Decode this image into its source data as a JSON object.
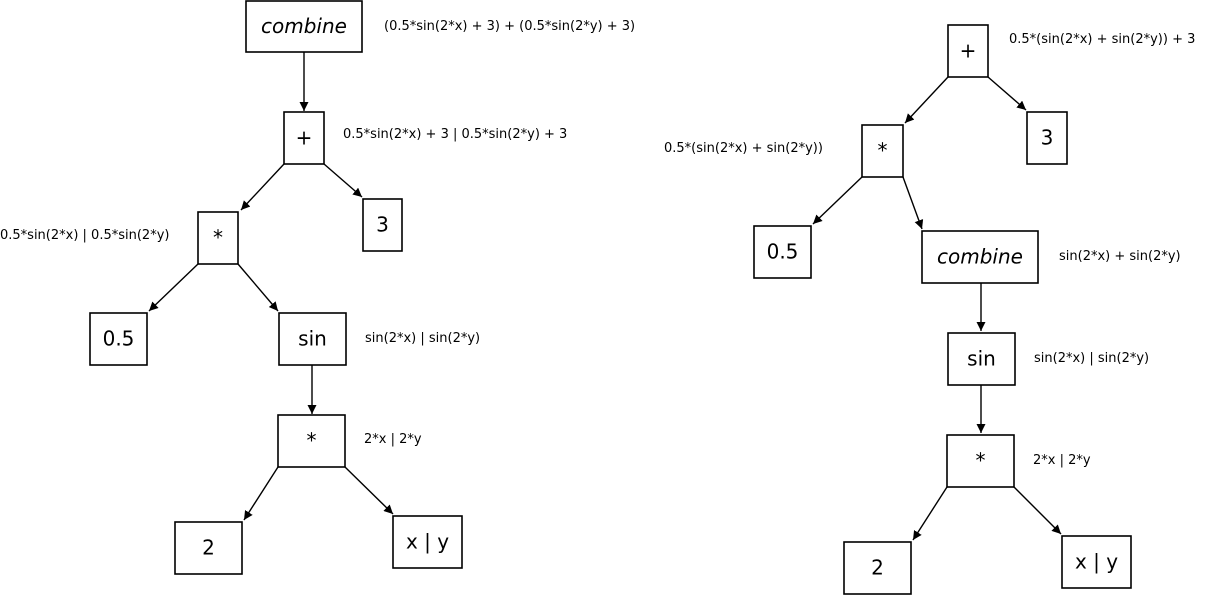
{
  "trees": [
    {
      "nodes": [
        {
          "id": "l_combine",
          "label": "combine",
          "italic": true
        },
        {
          "id": "l_plus",
          "label": "+"
        },
        {
          "id": "l_three",
          "label": "3"
        },
        {
          "id": "l_mul1",
          "label": "*"
        },
        {
          "id": "l_half",
          "label": "0.5"
        },
        {
          "id": "l_sin",
          "label": "sin"
        },
        {
          "id": "l_mul2",
          "label": "*"
        },
        {
          "id": "l_two",
          "label": "2"
        },
        {
          "id": "l_xy",
          "label": "x | y"
        }
      ],
      "edges": [
        [
          "l_combine",
          "l_plus"
        ],
        [
          "l_plus",
          "l_mul1"
        ],
        [
          "l_plus",
          "l_three"
        ],
        [
          "l_mul1",
          "l_half"
        ],
        [
          "l_mul1",
          "l_sin"
        ],
        [
          "l_sin",
          "l_mul2"
        ],
        [
          "l_mul2",
          "l_two"
        ],
        [
          "l_mul2",
          "l_xy"
        ]
      ],
      "annotations": [
        {
          "node": "l_combine",
          "text": "(0.5*sin(2*x) + 3) + (0.5*sin(2*y) + 3)"
        },
        {
          "node": "l_plus",
          "text": "0.5*sin(2*x) + 3 | 0.5*sin(2*y) + 3"
        },
        {
          "node": "l_mul1",
          "text": "0.5*sin(2*x) | 0.5*sin(2*y)"
        },
        {
          "node": "l_sin",
          "text": "sin(2*x) | sin(2*y)"
        },
        {
          "node": "l_mul2",
          "text": "2*x | 2*y"
        }
      ]
    },
    {
      "nodes": [
        {
          "id": "r_plus",
          "label": "+"
        },
        {
          "id": "r_three",
          "label": "3"
        },
        {
          "id": "r_mul1",
          "label": "*"
        },
        {
          "id": "r_half",
          "label": "0.5"
        },
        {
          "id": "r_combine",
          "label": "combine",
          "italic": true
        },
        {
          "id": "r_sin",
          "label": "sin"
        },
        {
          "id": "r_mul2",
          "label": "*"
        },
        {
          "id": "r_two",
          "label": "2"
        },
        {
          "id": "r_xy",
          "label": "x | y"
        }
      ],
      "edges": [
        [
          "r_plus",
          "r_mul1"
        ],
        [
          "r_plus",
          "r_three"
        ],
        [
          "r_mul1",
          "r_half"
        ],
        [
          "r_mul1",
          "r_combine"
        ],
        [
          "r_combine",
          "r_sin"
        ],
        [
          "r_sin",
          "r_mul2"
        ],
        [
          "r_mul2",
          "r_two"
        ],
        [
          "r_mul2",
          "r_xy"
        ]
      ],
      "annotations": [
        {
          "node": "r_plus",
          "text": "0.5*(sin(2*x) + sin(2*y)) + 3"
        },
        {
          "node": "r_mul1",
          "text": "0.5*(sin(2*x) + sin(2*y))"
        },
        {
          "node": "r_combine",
          "text": "sin(2*x) + sin(2*y)"
        },
        {
          "node": "r_sin",
          "text": "sin(2*x) | sin(2*y)"
        },
        {
          "node": "r_mul2",
          "text": "2*x | 2*y"
        }
      ]
    }
  ]
}
